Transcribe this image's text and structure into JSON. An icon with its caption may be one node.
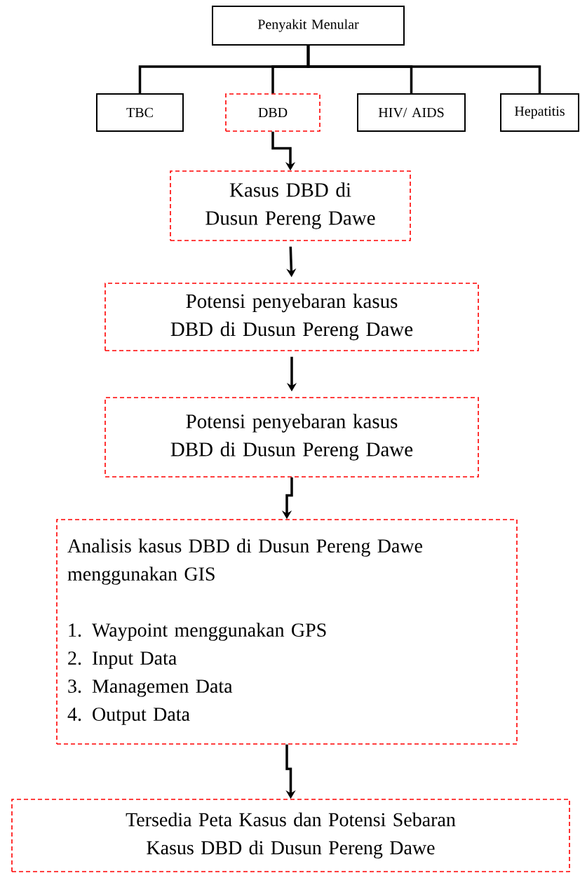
{
  "diagram": {
    "nodes": [
      {
        "text": [
          "Penyakit Menular"
        ]
      },
      {
        "text": [
          "TBC"
        ]
      },
      {
        "text": [
          "DBD"
        ]
      },
      {
        "text": [
          "HIV/ AIDS"
        ]
      },
      {
        "text": [
          "Hepatitis"
        ]
      },
      {
        "text": [
          "Kasus DBD di Dusun Pereng Dawe"
        ]
      },
      {
        "text": [
          "Potensi penyebaran kasus DBD di Dusun Pereng Dawe"
        ]
      },
      {
        "text": [
          "Potensi penyebaran kasus DBD di Dusun Pereng Dawe"
        ]
      },
      {
        "text": [
          "Analisis kasus DBD di Dusun Pereng Dawe menggunakan GIS",
          "1. Waypoint menggunakan GPS",
          "2. Input Data",
          "3. Managemen Data",
          "4. Output Data"
        ]
      },
      {
        "text": [
          "Tersedia Peta Kasus dan Potensi Sebaran Kasus DBD di Dusun Pereng Dawe"
        ]
      }
    ],
    "edges": [
      {
        "from": 0,
        "to": 1,
        "arrow": "none"
      },
      {
        "from": 0,
        "to": 2,
        "arrow": "none"
      },
      {
        "from": 0,
        "to": 3,
        "arrow": "none"
      },
      {
        "from": 0,
        "to": 4,
        "arrow": "none"
      },
      {
        "from": 2,
        "to": 5,
        "arrow": "to"
      },
      {
        "from": 5,
        "to": 6,
        "arrow": "to"
      },
      {
        "from": 6,
        "to": 7,
        "arrow": "to"
      },
      {
        "from": 7,
        "to": 8,
        "arrow": "to"
      },
      {
        "from": 8,
        "to": 9,
        "arrow": "to"
      }
    ]
  }
}
